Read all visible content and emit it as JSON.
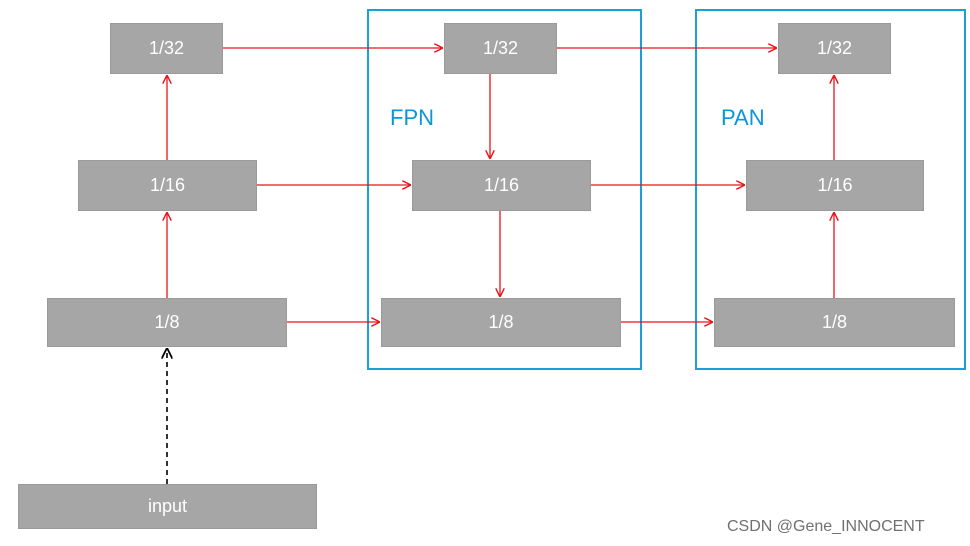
{
  "colors": {
    "node_fill": "#a6a6a6",
    "node_text": "#ffffff",
    "group_border": "#1aa0d8",
    "group_label": "#0b97d6",
    "arrow": "#e8141b",
    "input_arrow": "#000000"
  },
  "groups": {
    "fpn": {
      "label": "FPN"
    },
    "pan": {
      "label": "PAN"
    }
  },
  "nodes": {
    "backbone_32": "1/32",
    "backbone_16": "1/16",
    "backbone_8": "1/8",
    "input": "input",
    "fpn_32": "1/32",
    "fpn_16": "1/16",
    "fpn_8": "1/8",
    "pan_32": "1/32",
    "pan_16": "1/16",
    "pan_8": "1/8"
  },
  "watermark": "CSDN @Gene_INNOCENT"
}
